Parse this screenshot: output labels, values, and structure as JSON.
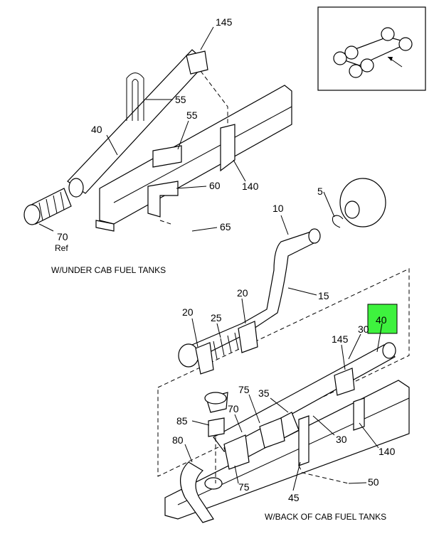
{
  "callouts": {
    "c145_top": "145",
    "c55_a": "55",
    "c40_left": "40",
    "c55_b": "55",
    "c140_top": "140",
    "c60": "60",
    "c5": "5",
    "c10": "10",
    "c65": "65",
    "c70": "70",
    "ref": "Ref",
    "c20_a": "20",
    "c15": "15",
    "c20_b": "20",
    "c25": "25",
    "c30_top": "30",
    "c40_hl": "40",
    "c145_bot": "145",
    "c75_a": "75",
    "c35": "35",
    "c70_b": "70",
    "c85": "85",
    "c30_bot": "30",
    "c80": "80",
    "c140_bot": "140",
    "c75_b": "75",
    "c50": "50",
    "c45": "45"
  },
  "captions": {
    "under_cab": "W/UNDER CAB FUEL TANKS",
    "back_of_cab": "W/BACK OF CAB FUEL TANKS"
  },
  "colors": {
    "highlight": "#3ef23e",
    "line": "#000000"
  }
}
